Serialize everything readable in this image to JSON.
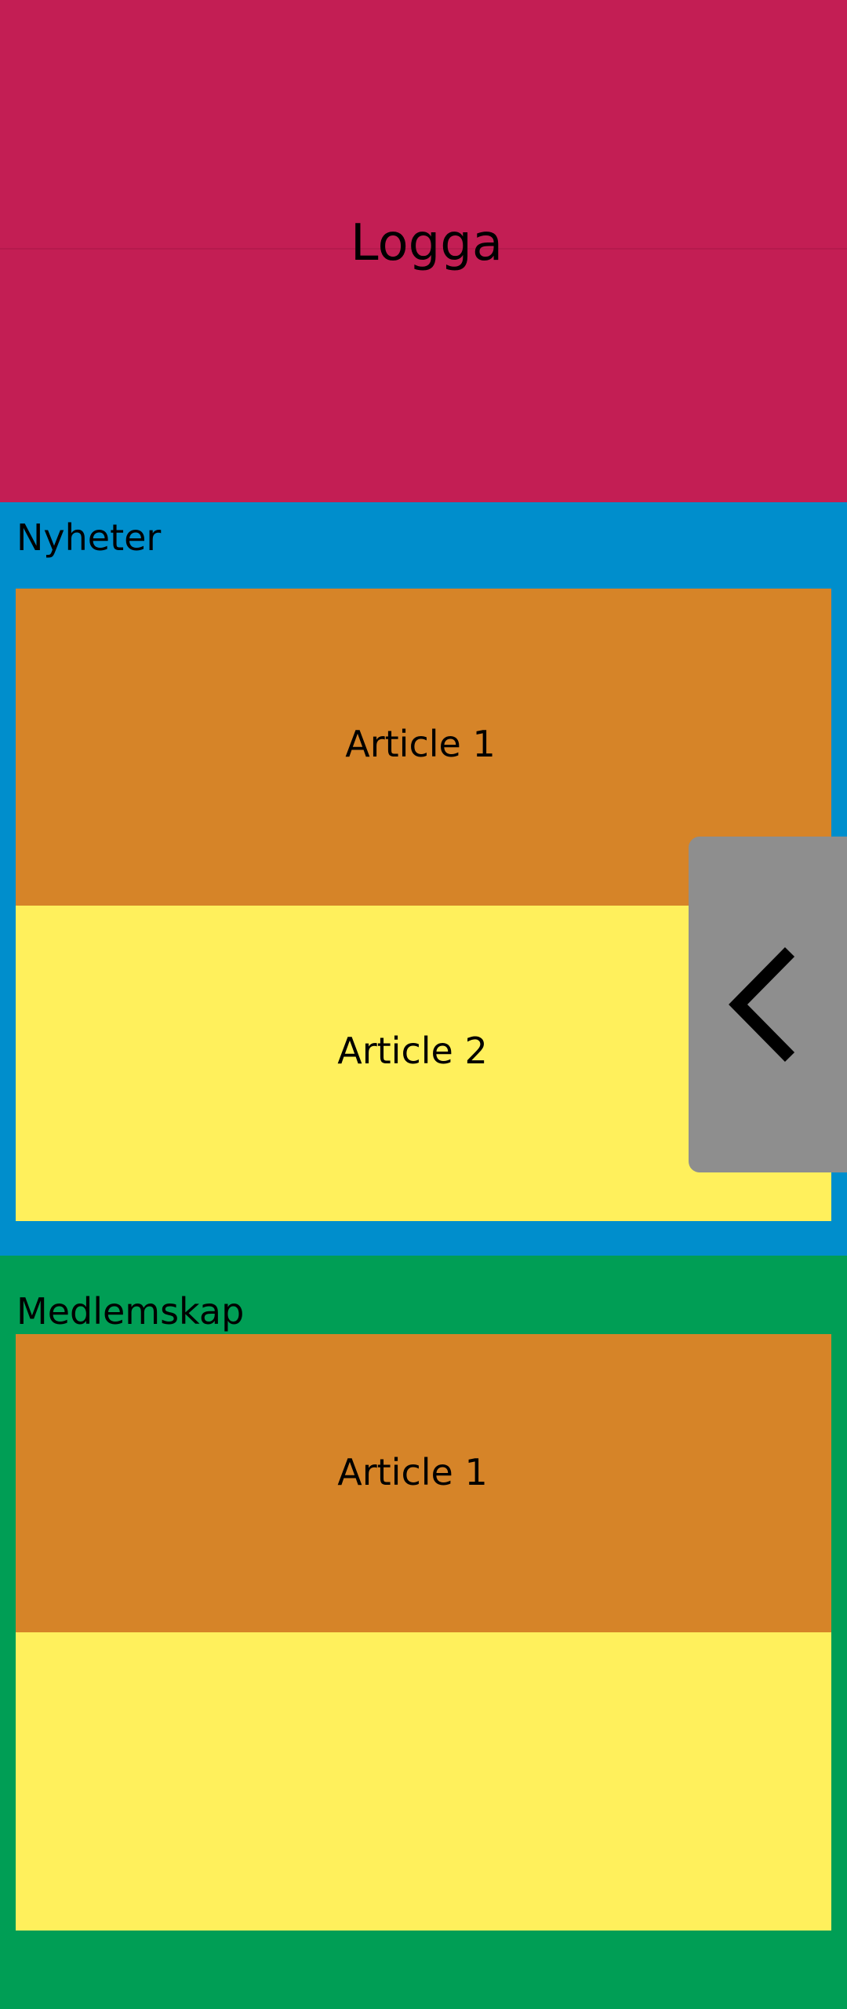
{
  "header": {
    "logo_text": "Logga",
    "background": "#c31e54"
  },
  "news": {
    "title": "Nyheter",
    "background": "#008ecc",
    "articles": [
      {
        "label": "Article 1",
        "color": "#d68428"
      },
      {
        "label": "Article 2",
        "color": "#fff05c"
      }
    ]
  },
  "membership": {
    "title": "Medlemskap",
    "background": "#009e55",
    "articles": [
      {
        "label": "Article 1",
        "color": "#d68428"
      },
      {
        "label": "",
        "color": "#fff05c"
      }
    ]
  },
  "side_panel_toggle": {
    "icon": "chevron-left-icon",
    "background": "#8e8e8e"
  }
}
